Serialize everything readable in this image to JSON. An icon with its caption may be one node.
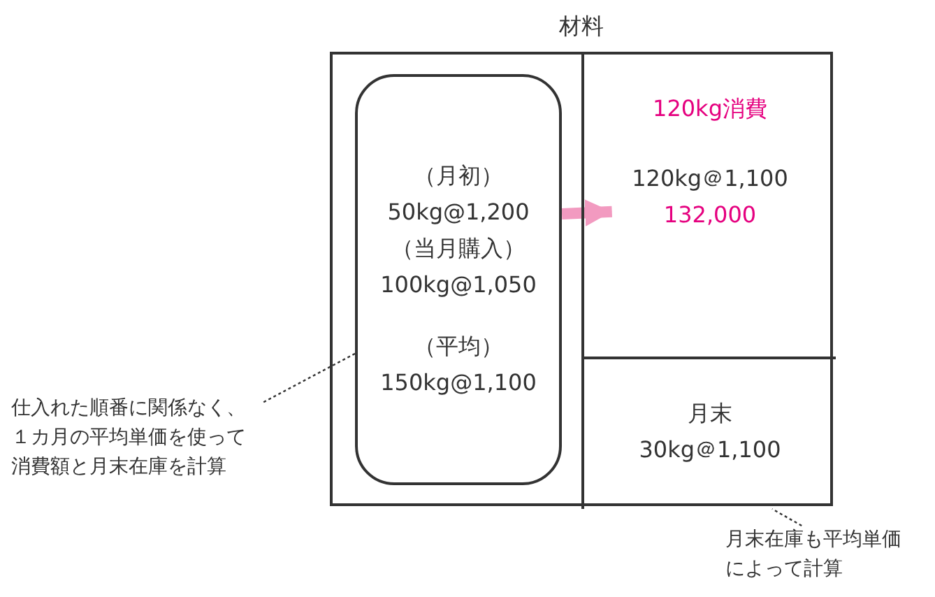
{
  "diagram": {
    "nodes": [
      {
        "text": [
          "材料"
        ]
      },
      {
        "text": [
          "（月初）",
          "50kg@1,200",
          "（当月購入）",
          "100kg@1,050",
          "（平均）",
          "150kg@1,100"
        ],
        "in": 0
      },
      {
        "text": [
          "120kg消費",
          "120kg＠1,100",
          "132,000"
        ],
        "in": 0
      },
      {
        "text": [
          "月末",
          "30kg＠1,100"
        ],
        "in": 0
      },
      {
        "text": [
          "仕入れた順番に関係なく、１カ月の平均単価を使って消費額と月末在庫を計算"
        ]
      },
      {
        "text": [
          "月末在庫も平均単価によって計算"
        ]
      }
    ],
    "edges": [
      {
        "from": 1,
        "to": 2,
        "arrow": "to",
        "style": "thick",
        "color": "#f29ac0"
      },
      {
        "from": 4,
        "to": 1,
        "arrow": "none",
        "style": "dashed"
      },
      {
        "from": 5,
        "to": 3,
        "arrow": "none",
        "style": "dashed"
      }
    ]
  }
}
